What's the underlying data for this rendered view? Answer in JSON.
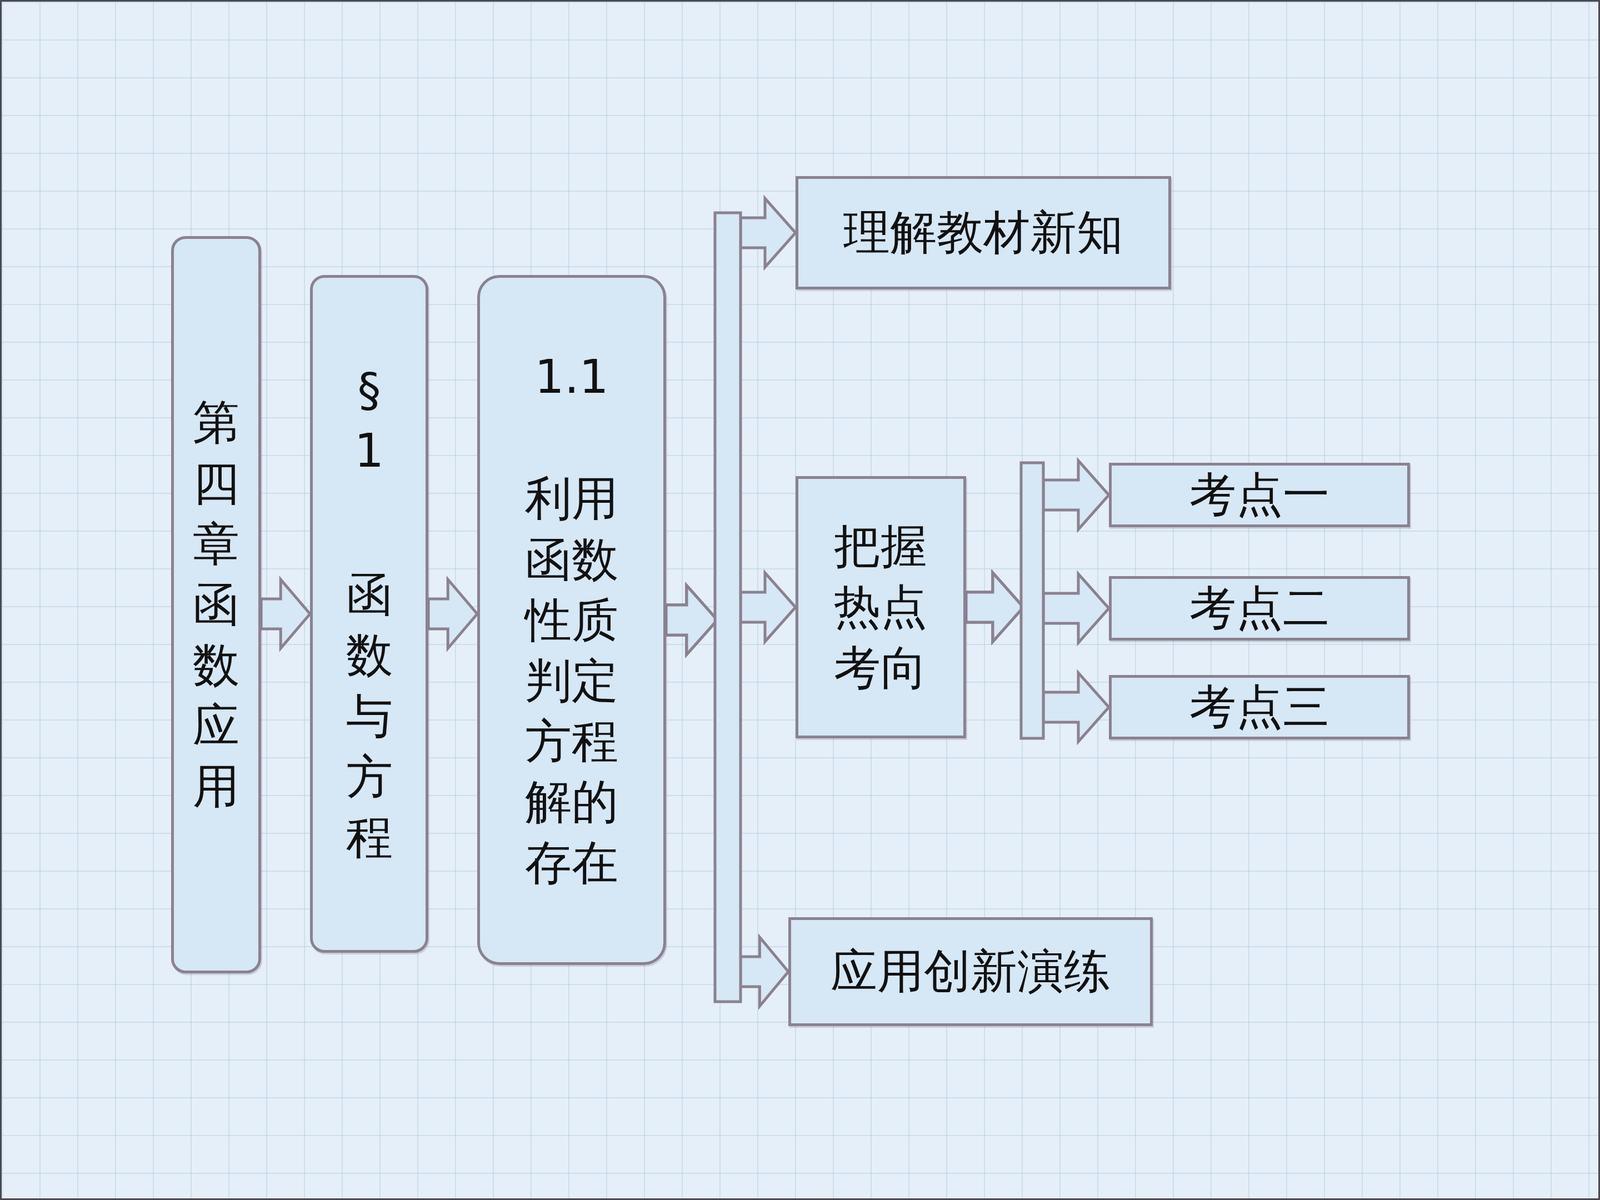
{
  "diagram": {
    "nodes": [
      {
        "text": [
          "第四章函数应用"
        ]
      },
      {
        "text": [
          "§1",
          "函数与方程"
        ]
      },
      {
        "text": [
          "1.1",
          "利用函数性质判定方程解的存在"
        ]
      },
      {
        "text": [
          "理解教材新知"
        ]
      },
      {
        "text": [
          "把握热点考向"
        ]
      },
      {
        "text": [
          "考点一"
        ]
      },
      {
        "text": [
          "考点二"
        ]
      },
      {
        "text": [
          "考点三"
        ]
      },
      {
        "text": [
          "应用创新演练"
        ]
      }
    ],
    "edges": [
      {
        "from": 0,
        "to": 1,
        "arrow": "to"
      },
      {
        "from": 1,
        "to": 2,
        "arrow": "to"
      },
      {
        "from": 2,
        "to": 3,
        "arrow": "to"
      },
      {
        "from": 2,
        "to": 4,
        "arrow": "to"
      },
      {
        "from": 2,
        "to": 8,
        "arrow": "to"
      },
      {
        "from": 4,
        "to": 5,
        "arrow": "to"
      },
      {
        "from": 4,
        "to": 6,
        "arrow": "to"
      },
      {
        "from": 4,
        "to": 7,
        "arrow": "to"
      }
    ]
  }
}
